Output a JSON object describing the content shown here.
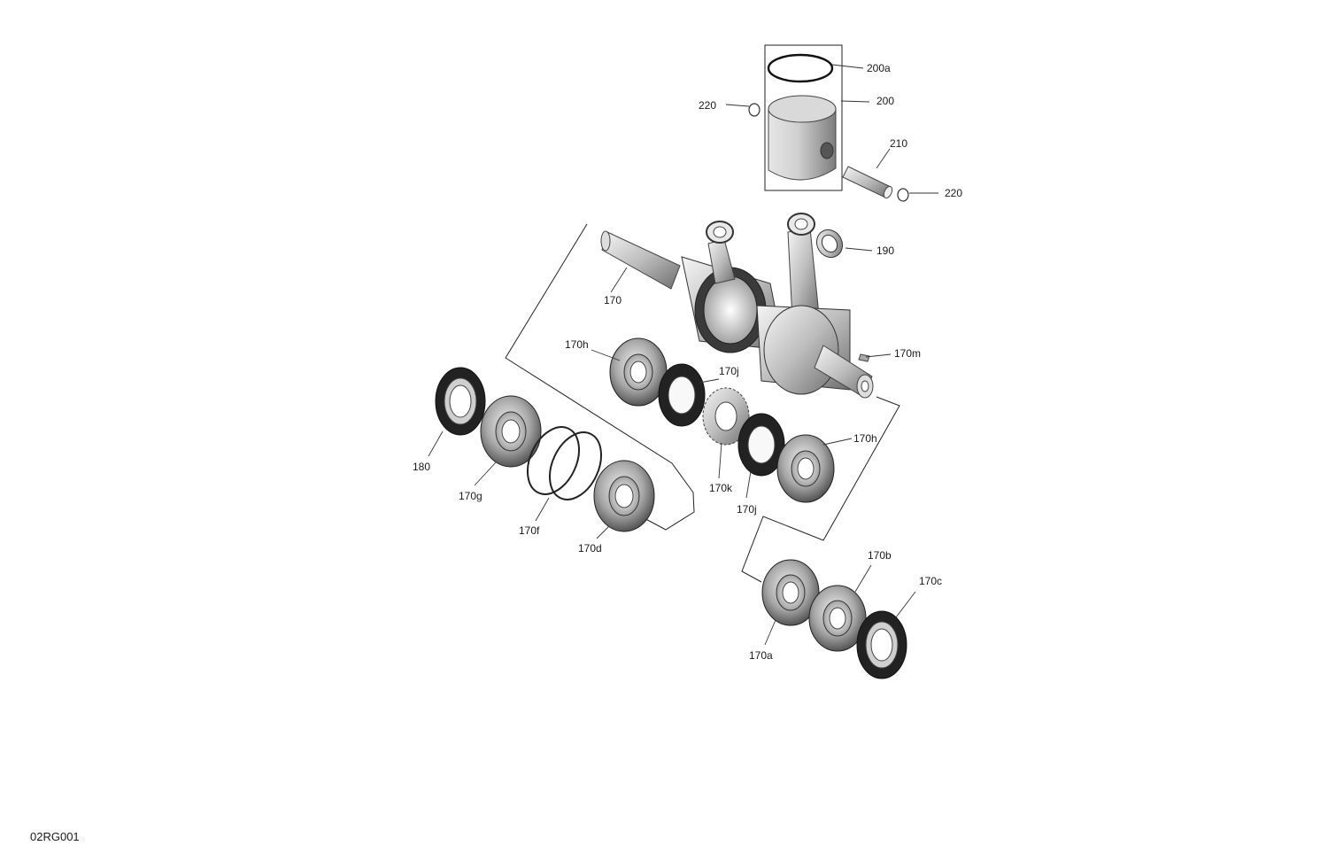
{
  "drawing_code": "02RG001",
  "callouts": {
    "c200a": "200a",
    "c200": "200",
    "c220_left": "220",
    "c210": "210",
    "c220_right": "220",
    "c190": "190",
    "c170": "170",
    "c170h_left": "170h",
    "c170j_top": "170j",
    "c170m": "170m",
    "c170h_right": "170h",
    "c180": "180",
    "c170g": "170g",
    "c170f": "170f",
    "c170d": "170d",
    "c170k": "170k",
    "c170j_bottom": "170j",
    "c170b": "170b",
    "c170c": "170c",
    "c170a": "170a"
  },
  "icons": {
    "piston": "piston-icon",
    "crankshaft": "crankshaft-icon",
    "bearing": "ball-bearing-icon",
    "seal": "oil-seal-icon",
    "gear": "gear-icon"
  }
}
